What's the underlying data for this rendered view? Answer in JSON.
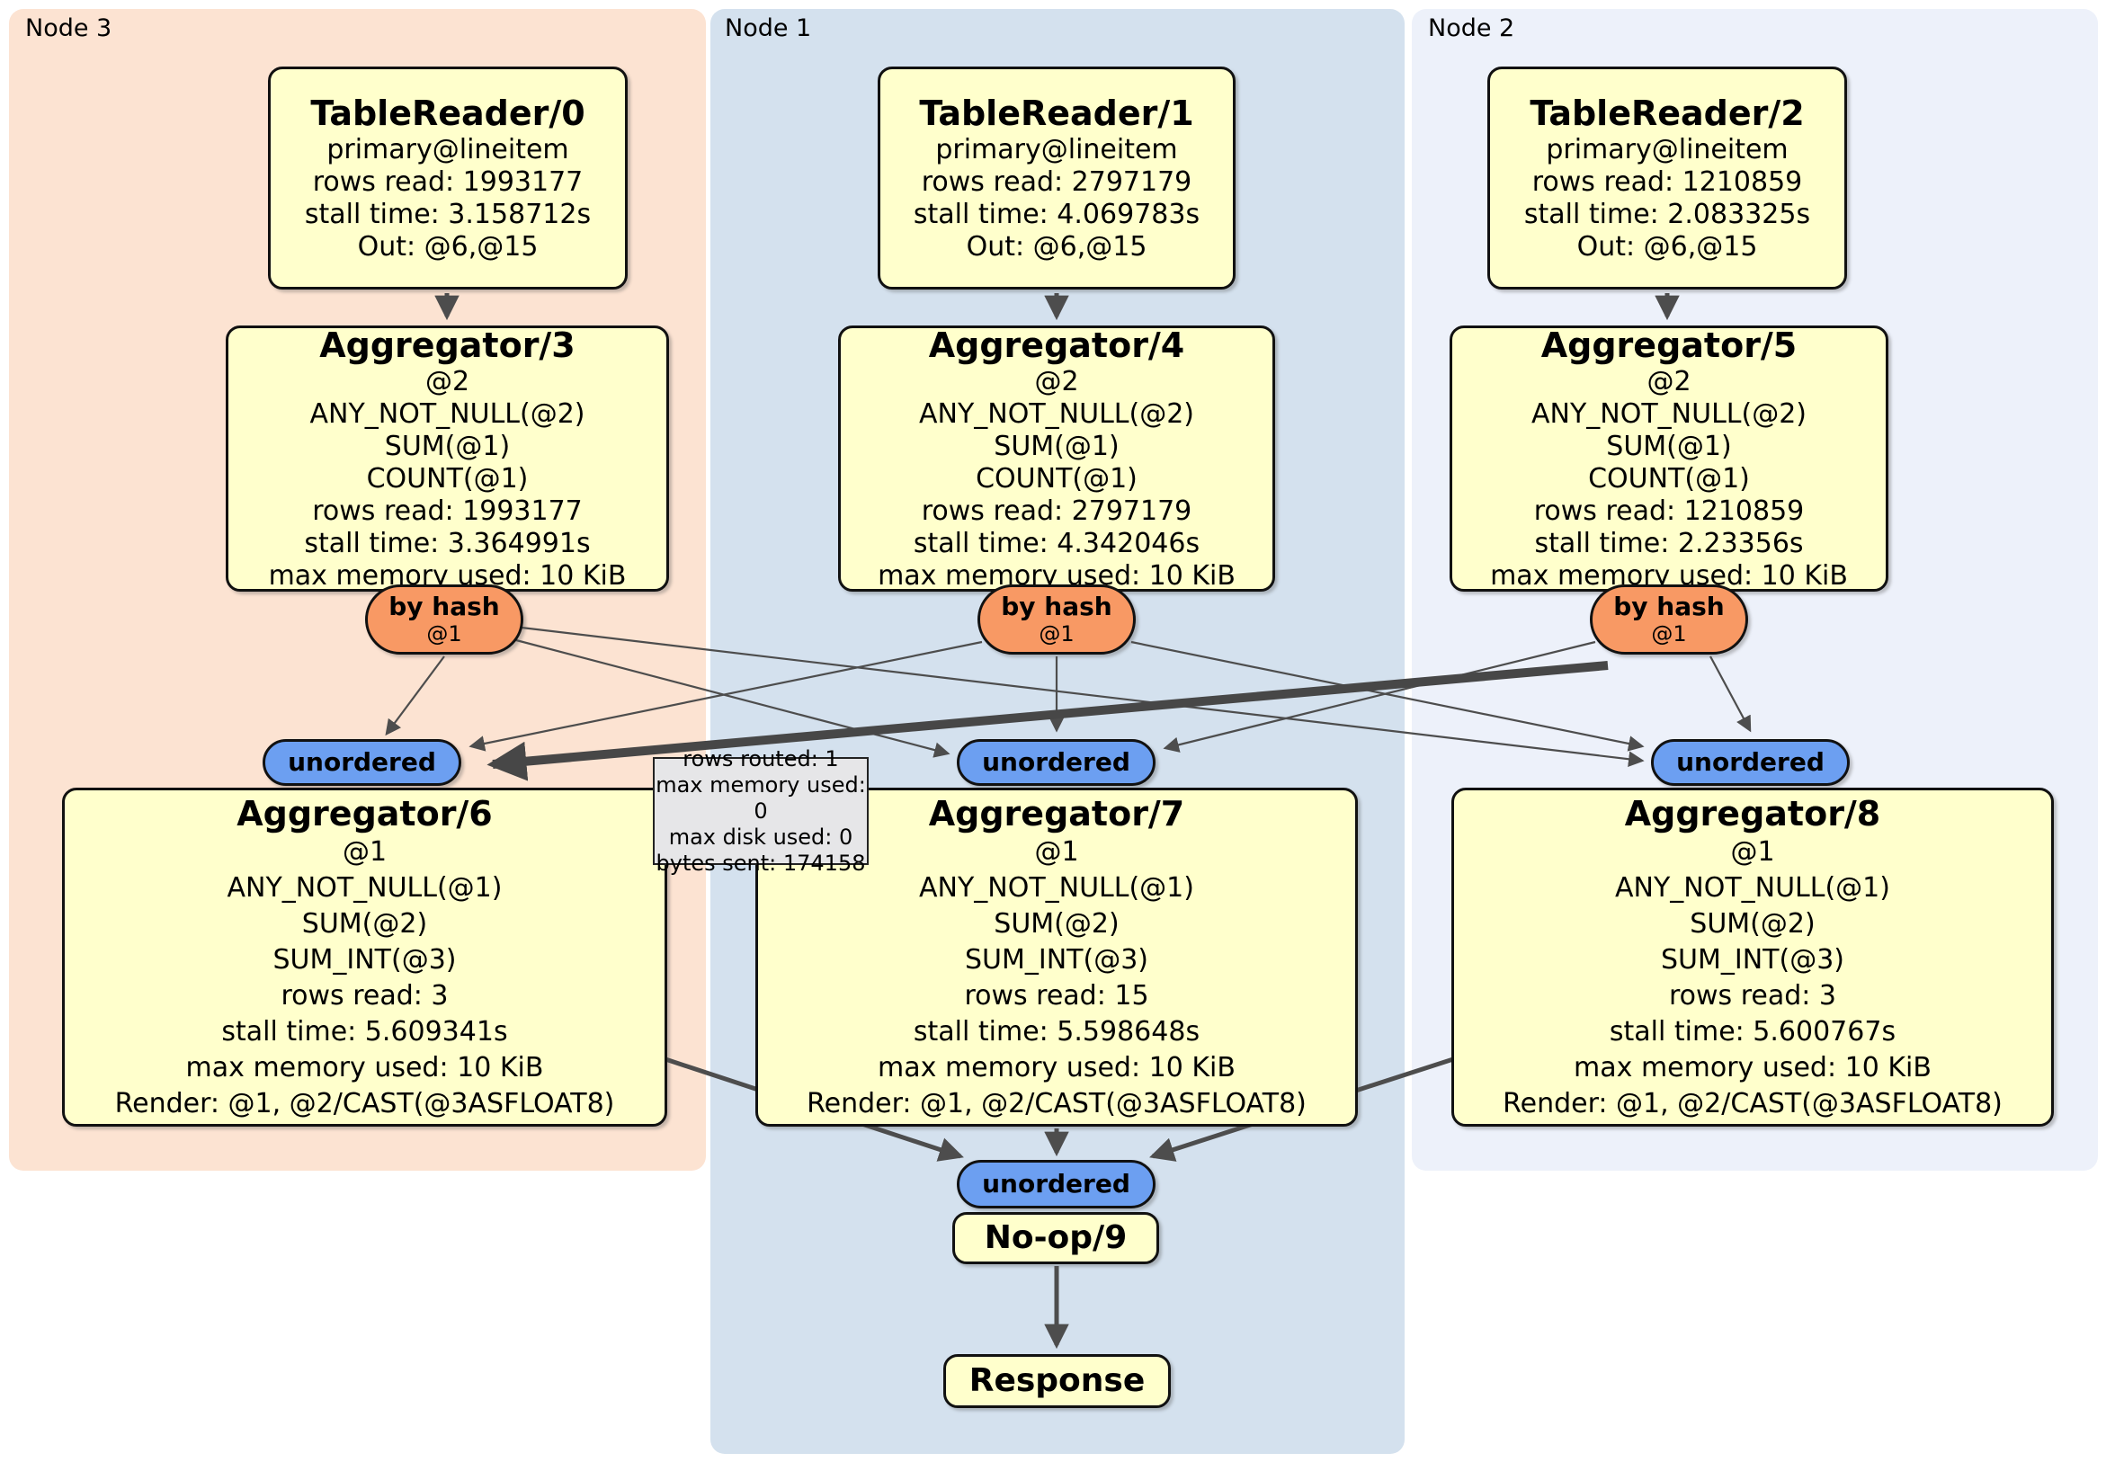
{
  "regions": {
    "node3": {
      "label": "Node 3"
    },
    "node1": {
      "label": "Node 1"
    },
    "node2": {
      "label": "Node 2"
    }
  },
  "operators": {
    "tr0": {
      "title": "TableReader/0",
      "lines": [
        "primary@lineitem",
        "rows read: 1993177",
        "stall time: 3.158712s",
        "Out: @6,@15"
      ]
    },
    "tr1": {
      "title": "TableReader/1",
      "lines": [
        "primary@lineitem",
        "rows read: 2797179",
        "stall time: 4.069783s",
        "Out: @6,@15"
      ]
    },
    "tr2": {
      "title": "TableReader/2",
      "lines": [
        "primary@lineitem",
        "rows read: 1210859",
        "stall time: 2.083325s",
        "Out: @6,@15"
      ]
    },
    "agg3": {
      "title": "Aggregator/3",
      "lines": [
        "@2",
        "ANY_NOT_NULL(@2)",
        "SUM(@1)",
        "COUNT(@1)",
        "rows read: 1993177",
        "stall time: 3.364991s",
        "max memory used: 10 KiB"
      ]
    },
    "agg4": {
      "title": "Aggregator/4",
      "lines": [
        "@2",
        "ANY_NOT_NULL(@2)",
        "SUM(@1)",
        "COUNT(@1)",
        "rows read: 2797179",
        "stall time: 4.342046s",
        "max memory used: 10 KiB"
      ]
    },
    "agg5": {
      "title": "Aggregator/5",
      "lines": [
        "@2",
        "ANY_NOT_NULL(@2)",
        "SUM(@1)",
        "COUNT(@1)",
        "rows read: 1210859",
        "stall time: 2.23356s",
        "max memory used: 10 KiB"
      ]
    },
    "agg6": {
      "title": "Aggregator/6",
      "lines": [
        "@1",
        "ANY_NOT_NULL(@1)",
        "SUM(@2)",
        "SUM_INT(@3)",
        "rows read: 3",
        "stall time: 5.609341s",
        "max memory used: 10 KiB",
        "Render: @1, @2/CAST(@3ASFLOAT8)"
      ]
    },
    "agg7": {
      "title": "Aggregator/7",
      "lines": [
        "@1",
        "ANY_NOT_NULL(@1)",
        "SUM(@2)",
        "SUM_INT(@3)",
        "rows read: 15",
        "stall time: 5.598648s",
        "max memory used: 10 KiB",
        "Render: @1, @2/CAST(@3ASFLOAT8)"
      ]
    },
    "agg8": {
      "title": "Aggregator/8",
      "lines": [
        "@1",
        "ANY_NOT_NULL(@1)",
        "SUM(@2)",
        "SUM_INT(@3)",
        "rows read: 3",
        "stall time: 5.600767s",
        "max memory used: 10 KiB",
        "Render: @1, @2/CAST(@3ASFLOAT8)"
      ]
    },
    "noop": {
      "title": "No-op/9"
    },
    "response": {
      "title": "Response"
    }
  },
  "routers": {
    "h3": {
      "label": "by hash",
      "sub": "@1"
    },
    "h1": {
      "label": "by hash",
      "sub": "@1"
    },
    "h2": {
      "label": "by hash",
      "sub": "@1"
    }
  },
  "syncs": {
    "u3": {
      "label": "unordered"
    },
    "u1": {
      "label": "unordered"
    },
    "u2": {
      "label": "unordered"
    },
    "u1b": {
      "label": "unordered"
    }
  },
  "tooltip": {
    "lines": [
      "rows routed: 1",
      "max memory used: 0",
      "max disk used: 0",
      "bytes sent: 174158"
    ]
  },
  "colors": {
    "node3_bg": "#fce3d2",
    "node1_bg": "#d4e1ee",
    "node2_bg": "#edf1fa",
    "operator_bg": "#ffffcc",
    "router_bg": "#f89964",
    "sync_bg": "#6c9ff1",
    "edge": "#4d4d4d"
  }
}
